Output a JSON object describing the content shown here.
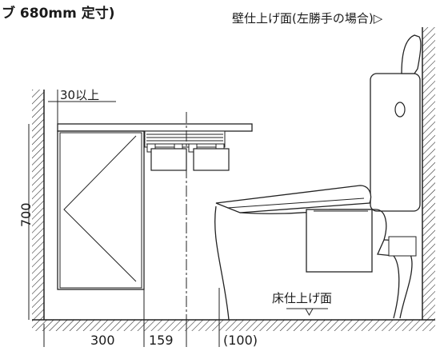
{
  "title": "ブ 680mm 定寸)",
  "labels": {
    "wall_finish": "壁仕上げ面(左勝手の場合)▷",
    "floor_finish": "床仕上げ面",
    "clearance_top": "30以上",
    "height_700": "700",
    "width_300": "300",
    "width_159": "159",
    "width_100": "(100)"
  }
}
